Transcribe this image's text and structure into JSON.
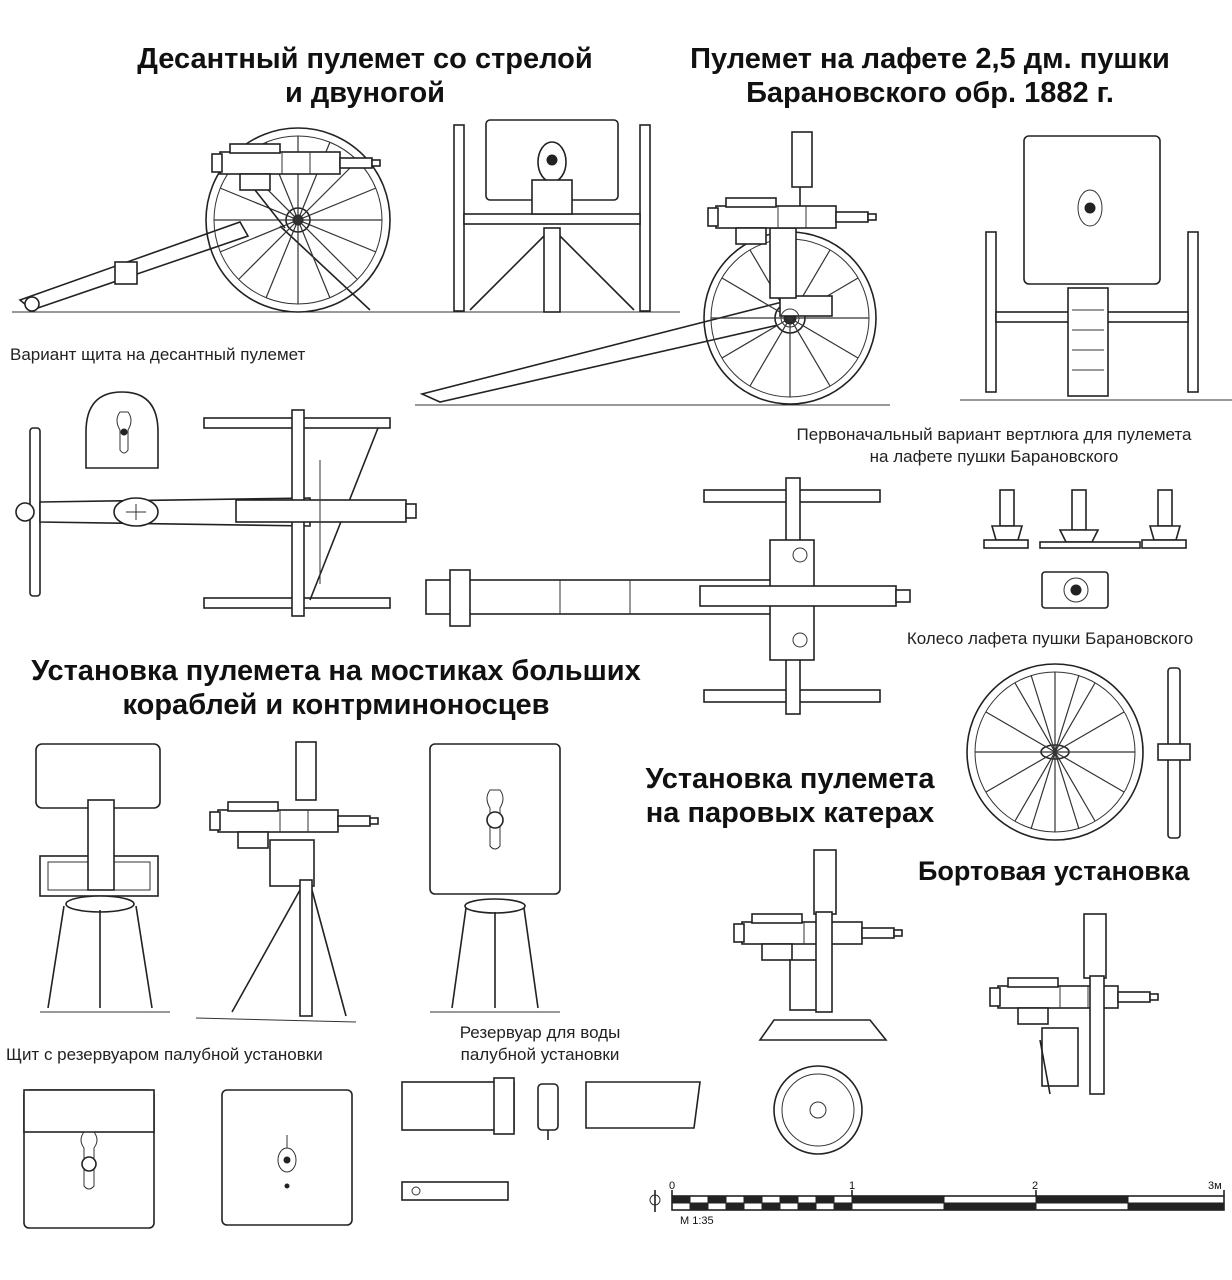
{
  "headings": {
    "landing": "Десантный пулемет со стрелой\nи двуногой",
    "baranovsky": "Пулемет на лафете 2,5 дм. пушки\nБарановского обр. 1882 г.",
    "bridges": "Установка пулемета на мостиках больших\nкораблей и контрминоносцев",
    "steam_boats": "Установка пулемета\nна паровых катерах",
    "side_mount": "Бортовая установка"
  },
  "captions": {
    "shield_variant": "Вариант щита на десантный пулемет",
    "swivel_original": "Первоначальный вариант вертлюга для пулемета\nна лафете пушки Барановского",
    "wheel": "Колесо лафета пушки Барановского",
    "shield_tank": "Щит с резервуаром палубной установки",
    "water_tank": "Резервуар для воды\nпалубной установки"
  },
  "scale_bar": {
    "ticks": [
      "0",
      "1",
      "2",
      "3м"
    ],
    "ratio": "М 1:35"
  }
}
